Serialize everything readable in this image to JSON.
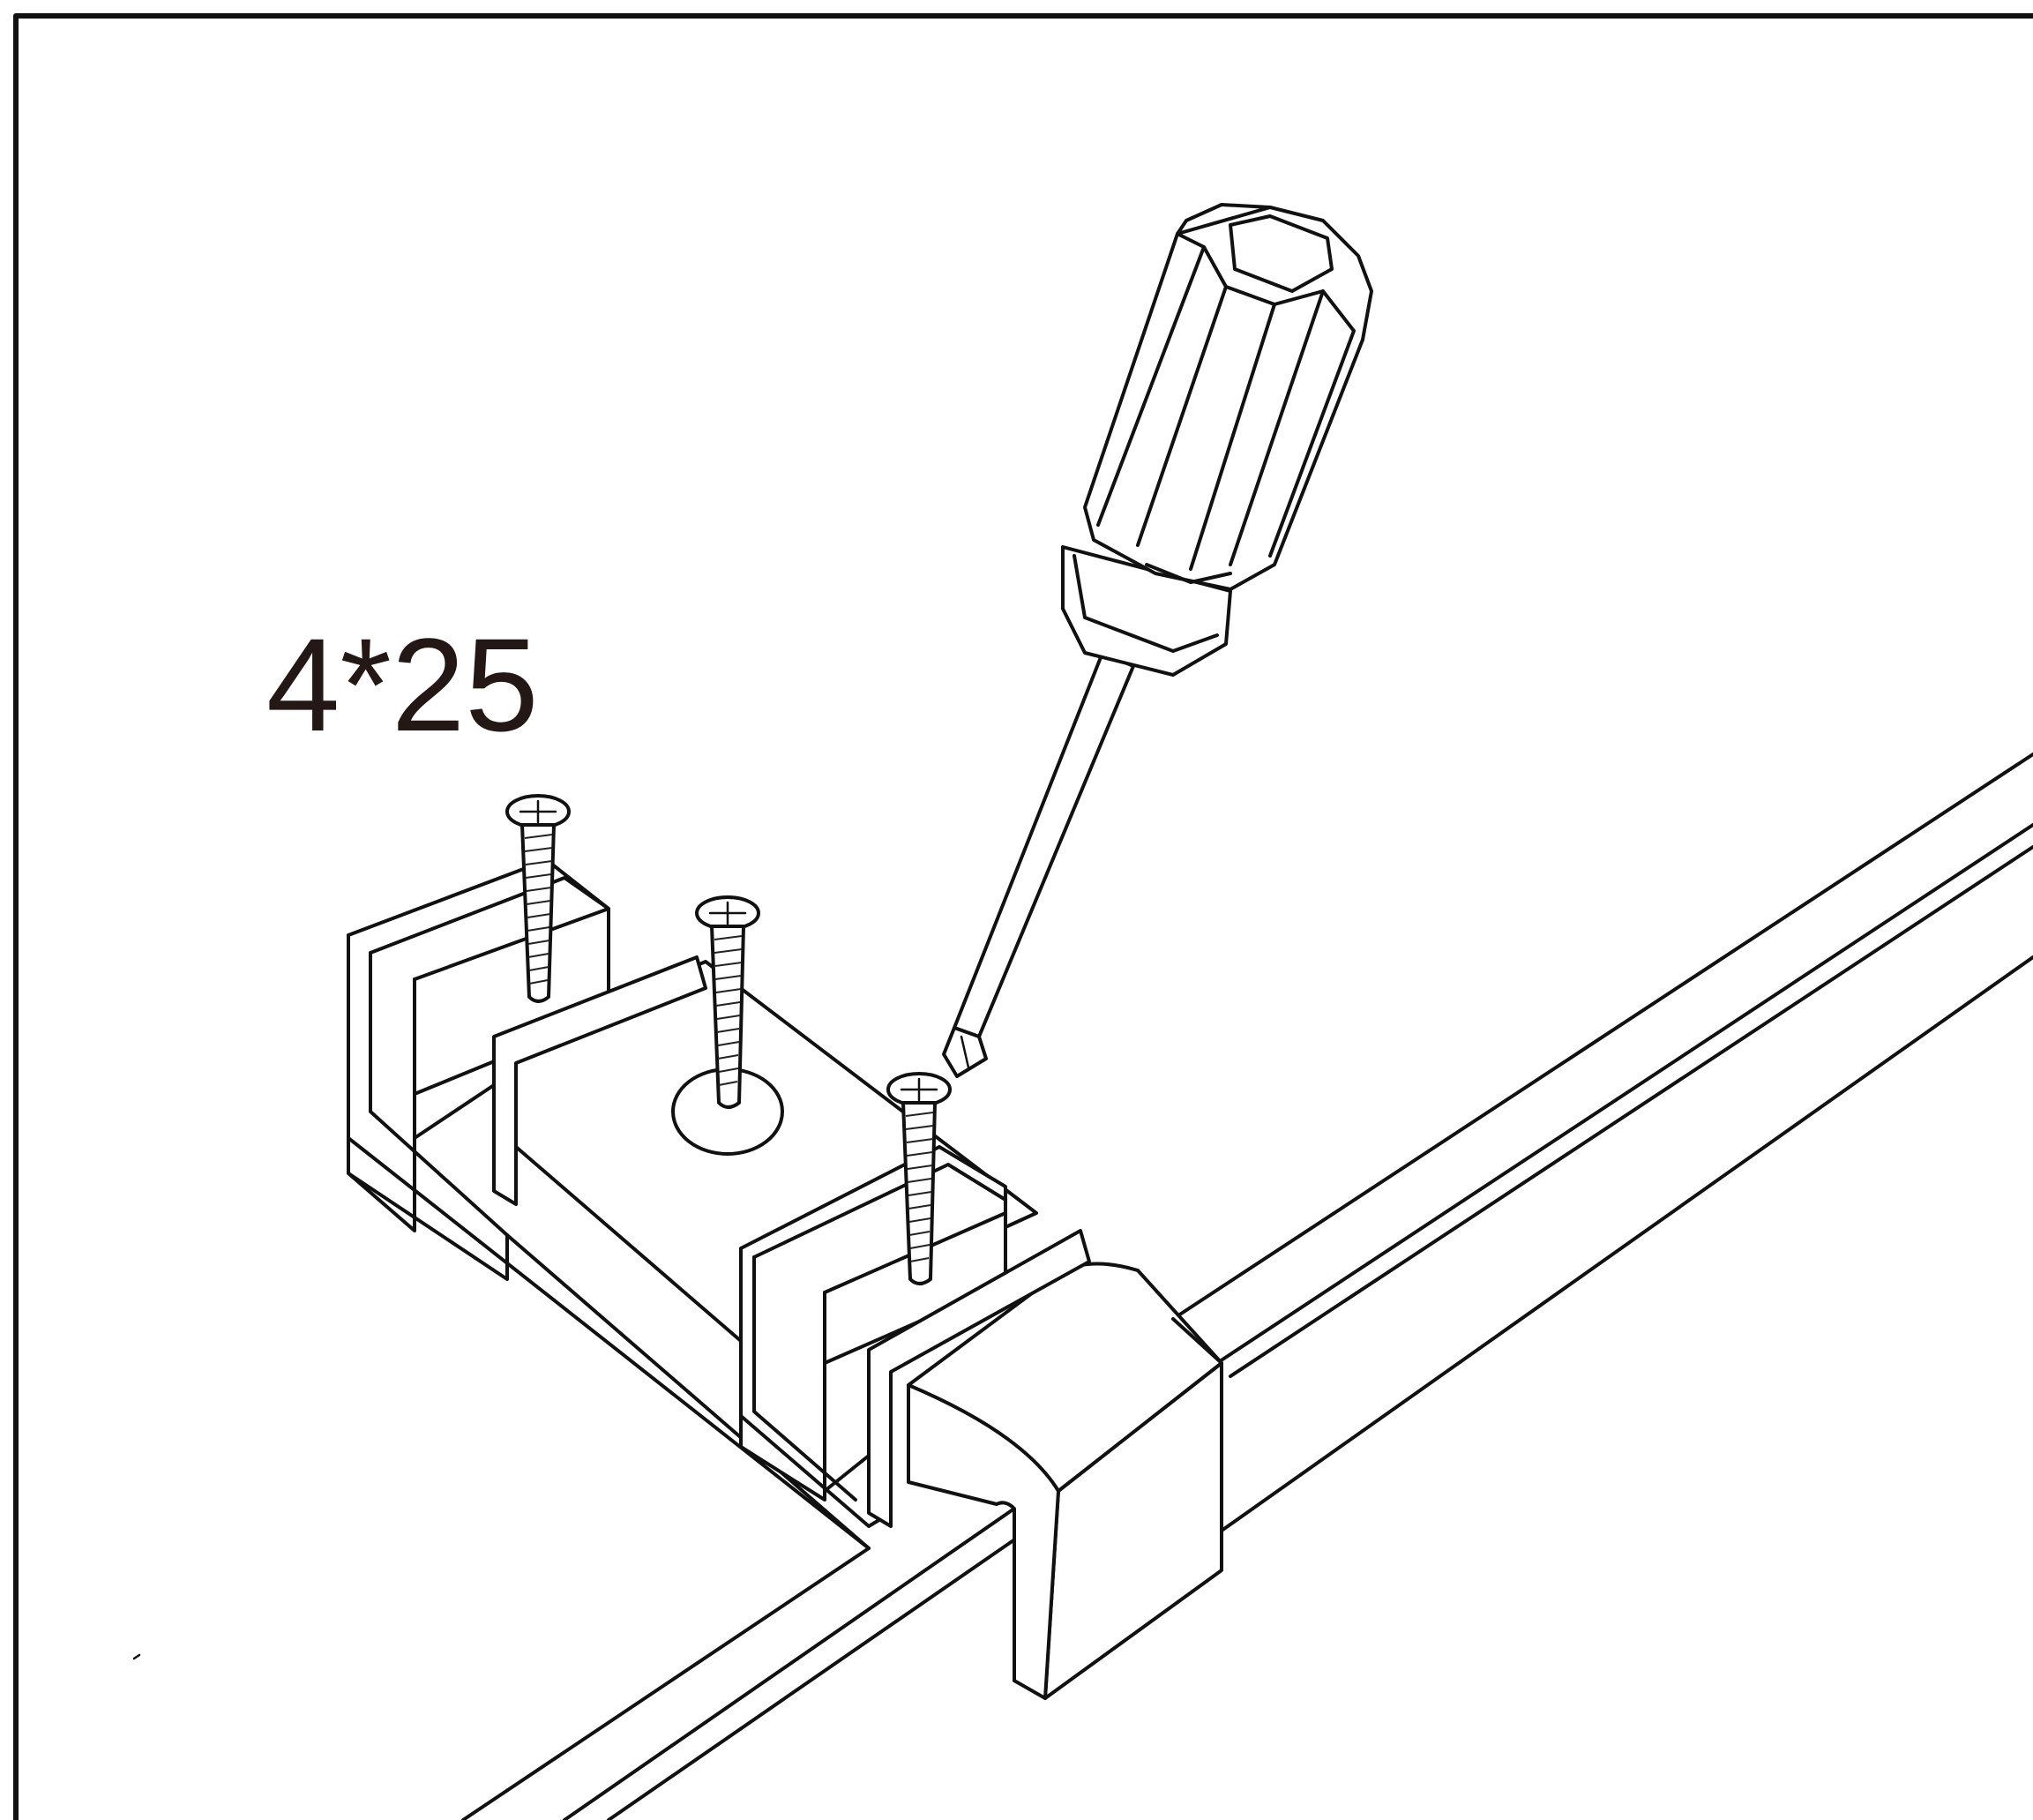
{
  "diagram": {
    "screw_size_label": "4*25",
    "colors": {
      "ink": "#111111",
      "label": "#231815",
      "background": "#ffffff"
    },
    "parts": [
      "frame",
      "rail-tube",
      "corner-connector",
      "u-bracket",
      "screw",
      "screwdriver"
    ],
    "screw_count": 3
  }
}
